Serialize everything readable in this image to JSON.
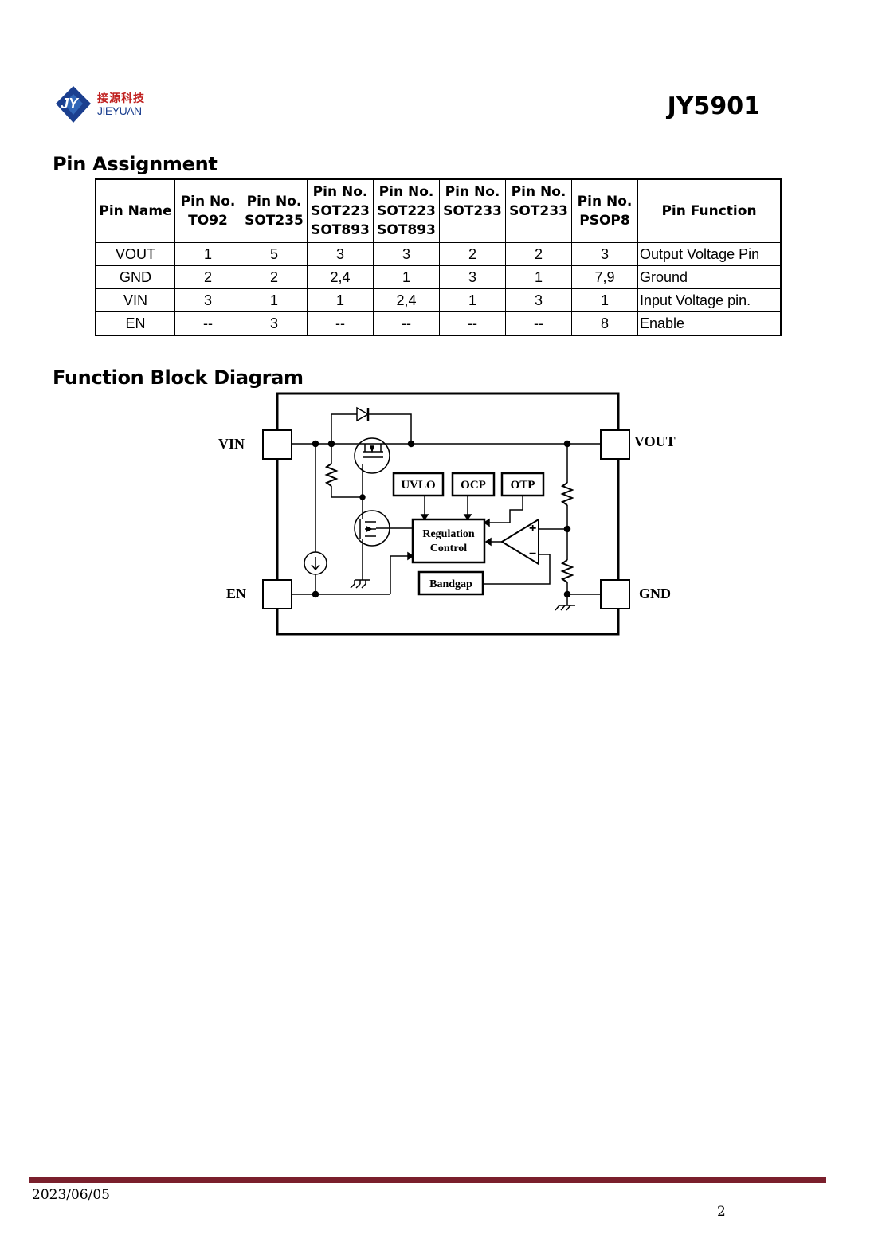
{
  "header": {
    "logo_text_cn": "接源科技",
    "logo_text_en": "JIEYUAN",
    "logo_mark": "JY",
    "part_number": "JY5901",
    "brand_blue": "#1b3f8f",
    "brand_red": "#c0201f"
  },
  "pin_assignment": {
    "title": "Pin Assignment",
    "columns": [
      {
        "line1": "Pin Name",
        "line2": "",
        "line3": ""
      },
      {
        "line1": "Pin No.",
        "line2": "TO92",
        "line3": ""
      },
      {
        "line1": "Pin No.",
        "line2": "SOT235",
        "line3": ""
      },
      {
        "line1": "Pin No.",
        "line2": "SOT223",
        "line3": "SOT893"
      },
      {
        "line1": "Pin No.",
        "line2": "SOT223",
        "line3": "SOT893"
      },
      {
        "line1": "Pin No.",
        "line2": "SOT233",
        "line3": ""
      },
      {
        "line1": "Pin No.",
        "line2": "SOT233",
        "line3": ""
      },
      {
        "line1": "Pin No.",
        "line2": "PSOP8",
        "line3": ""
      },
      {
        "line1": "Pin Function",
        "line2": "",
        "line3": ""
      }
    ],
    "rows": [
      {
        "name": "VOUT",
        "to92": "1",
        "sot235": "5",
        "sot223a": "3",
        "sot223b": "3",
        "sot233a": "2",
        "sot233b": "2",
        "psop8": "3",
        "function": "Output Voltage Pin"
      },
      {
        "name": "GND",
        "to92": "2",
        "sot235": "2",
        "sot223a": "2,4",
        "sot223b": "1",
        "sot233a": "3",
        "sot233b": "1",
        "psop8": "7,9",
        "function": "Ground"
      },
      {
        "name": "VIN",
        "to92": "3",
        "sot235": "1",
        "sot223a": "1",
        "sot223b": "2,4",
        "sot233a": "1",
        "sot233b": "3",
        "psop8": "1",
        "function": "Input Voltage pin."
      },
      {
        "name": "EN",
        "to92": "--",
        "sot235": "3",
        "sot223a": "--",
        "sot223b": "--",
        "sot233a": "--",
        "sot233b": "--",
        "psop8": "8",
        "function": "Enable"
      }
    ]
  },
  "function_block": {
    "title": "Function Block Diagram",
    "pins": {
      "vin": "VIN",
      "en": "EN",
      "vout": "VOUT",
      "gnd": "GND"
    },
    "blocks": {
      "uvlo": "UVLO",
      "ocp": "OCP",
      "otp": "OTP",
      "regulation_1": "Regulation",
      "regulation_2": "Control",
      "bandgap": "Bandgap"
    },
    "amp_plus": "+",
    "amp_minus": "−"
  },
  "footer": {
    "date": "2023/06/05",
    "page": "2",
    "rule_color": "#7a1f2c"
  }
}
